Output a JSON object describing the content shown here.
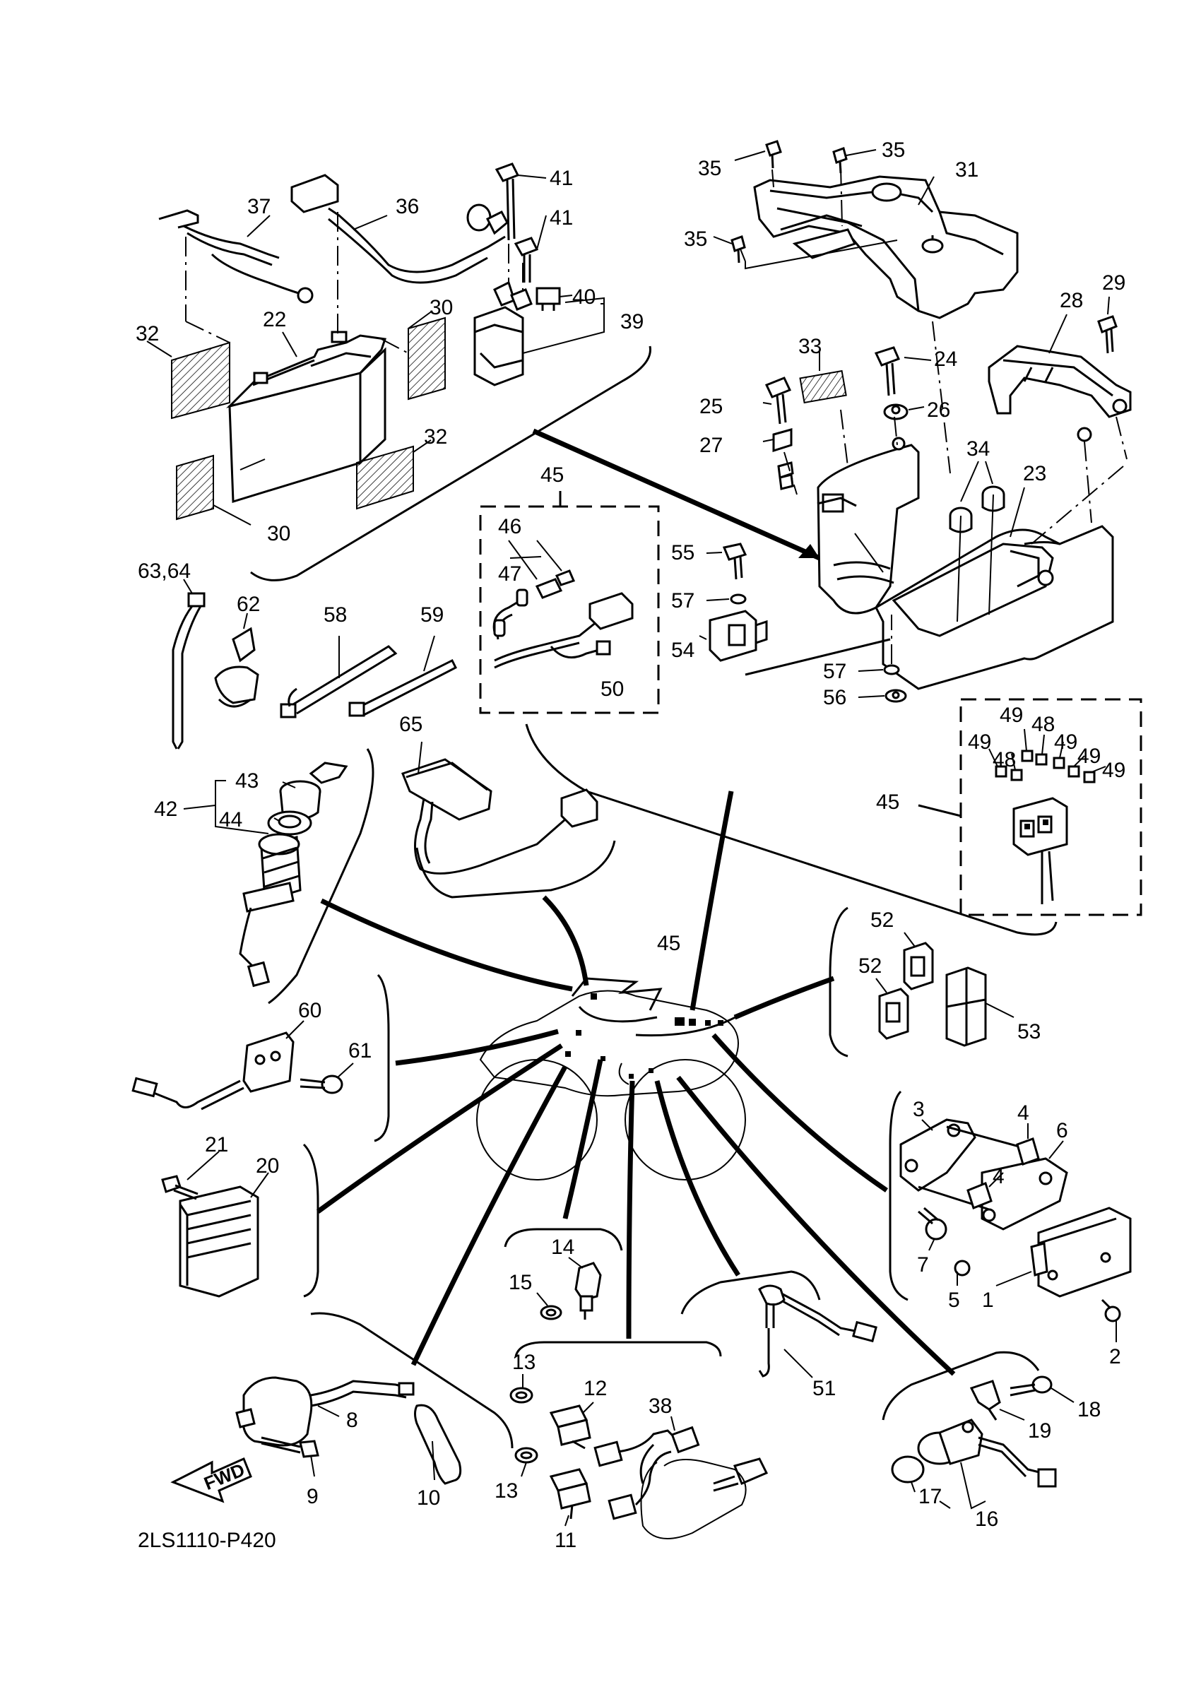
{
  "diagram_code": "2LS1110-P420",
  "fwd_label": "FWD",
  "callouts": {
    "c1": "1",
    "c2": "2",
    "c3": "3",
    "c4a": "4",
    "c4b": "4",
    "c5": "5",
    "c6": "6",
    "c7": "7",
    "c8": "8",
    "c9": "9",
    "c10": "10",
    "c11": "11",
    "c12": "12",
    "c13a": "13",
    "c13b": "13",
    "c14": "14",
    "c15": "15",
    "c16": "16",
    "c17": "17",
    "c18": "18",
    "c19": "19",
    "c20": "20",
    "c21": "21",
    "c22": "22",
    "c23": "23",
    "c24": "24",
    "c25": "25",
    "c26": "26",
    "c27": "27",
    "c28": "28",
    "c29": "29",
    "c30a": "30",
    "c30b": "30",
    "c31": "31",
    "c32a": "32",
    "c32b": "32",
    "c33": "33",
    "c34": "34",
    "c35a": "35",
    "c35b": "35",
    "c35c": "35",
    "c36": "36",
    "c37": "37",
    "c38": "38",
    "c39": "39",
    "c40": "40",
    "c41a": "41",
    "c41b": "41",
    "c42": "42",
    "c43": "43",
    "c44": "44",
    "c45a": "45",
    "c45b": "45",
    "c45c": "45",
    "c46": "46",
    "c47": "47",
    "c48a": "48",
    "c48b": "48",
    "c49a": "49",
    "c49b": "49",
    "c49c": "49",
    "c49d": "49",
    "c49e": "49",
    "c50": "50",
    "c51": "51",
    "c52a": "52",
    "c52b": "52",
    "c53": "53",
    "c54": "54",
    "c55": "55",
    "c56": "56",
    "c57a": "57",
    "c57b": "57",
    "c58": "58",
    "c59": "59",
    "c60": "60",
    "c61": "61",
    "c62": "62",
    "c63": "63,64",
    "c65": "65"
  }
}
